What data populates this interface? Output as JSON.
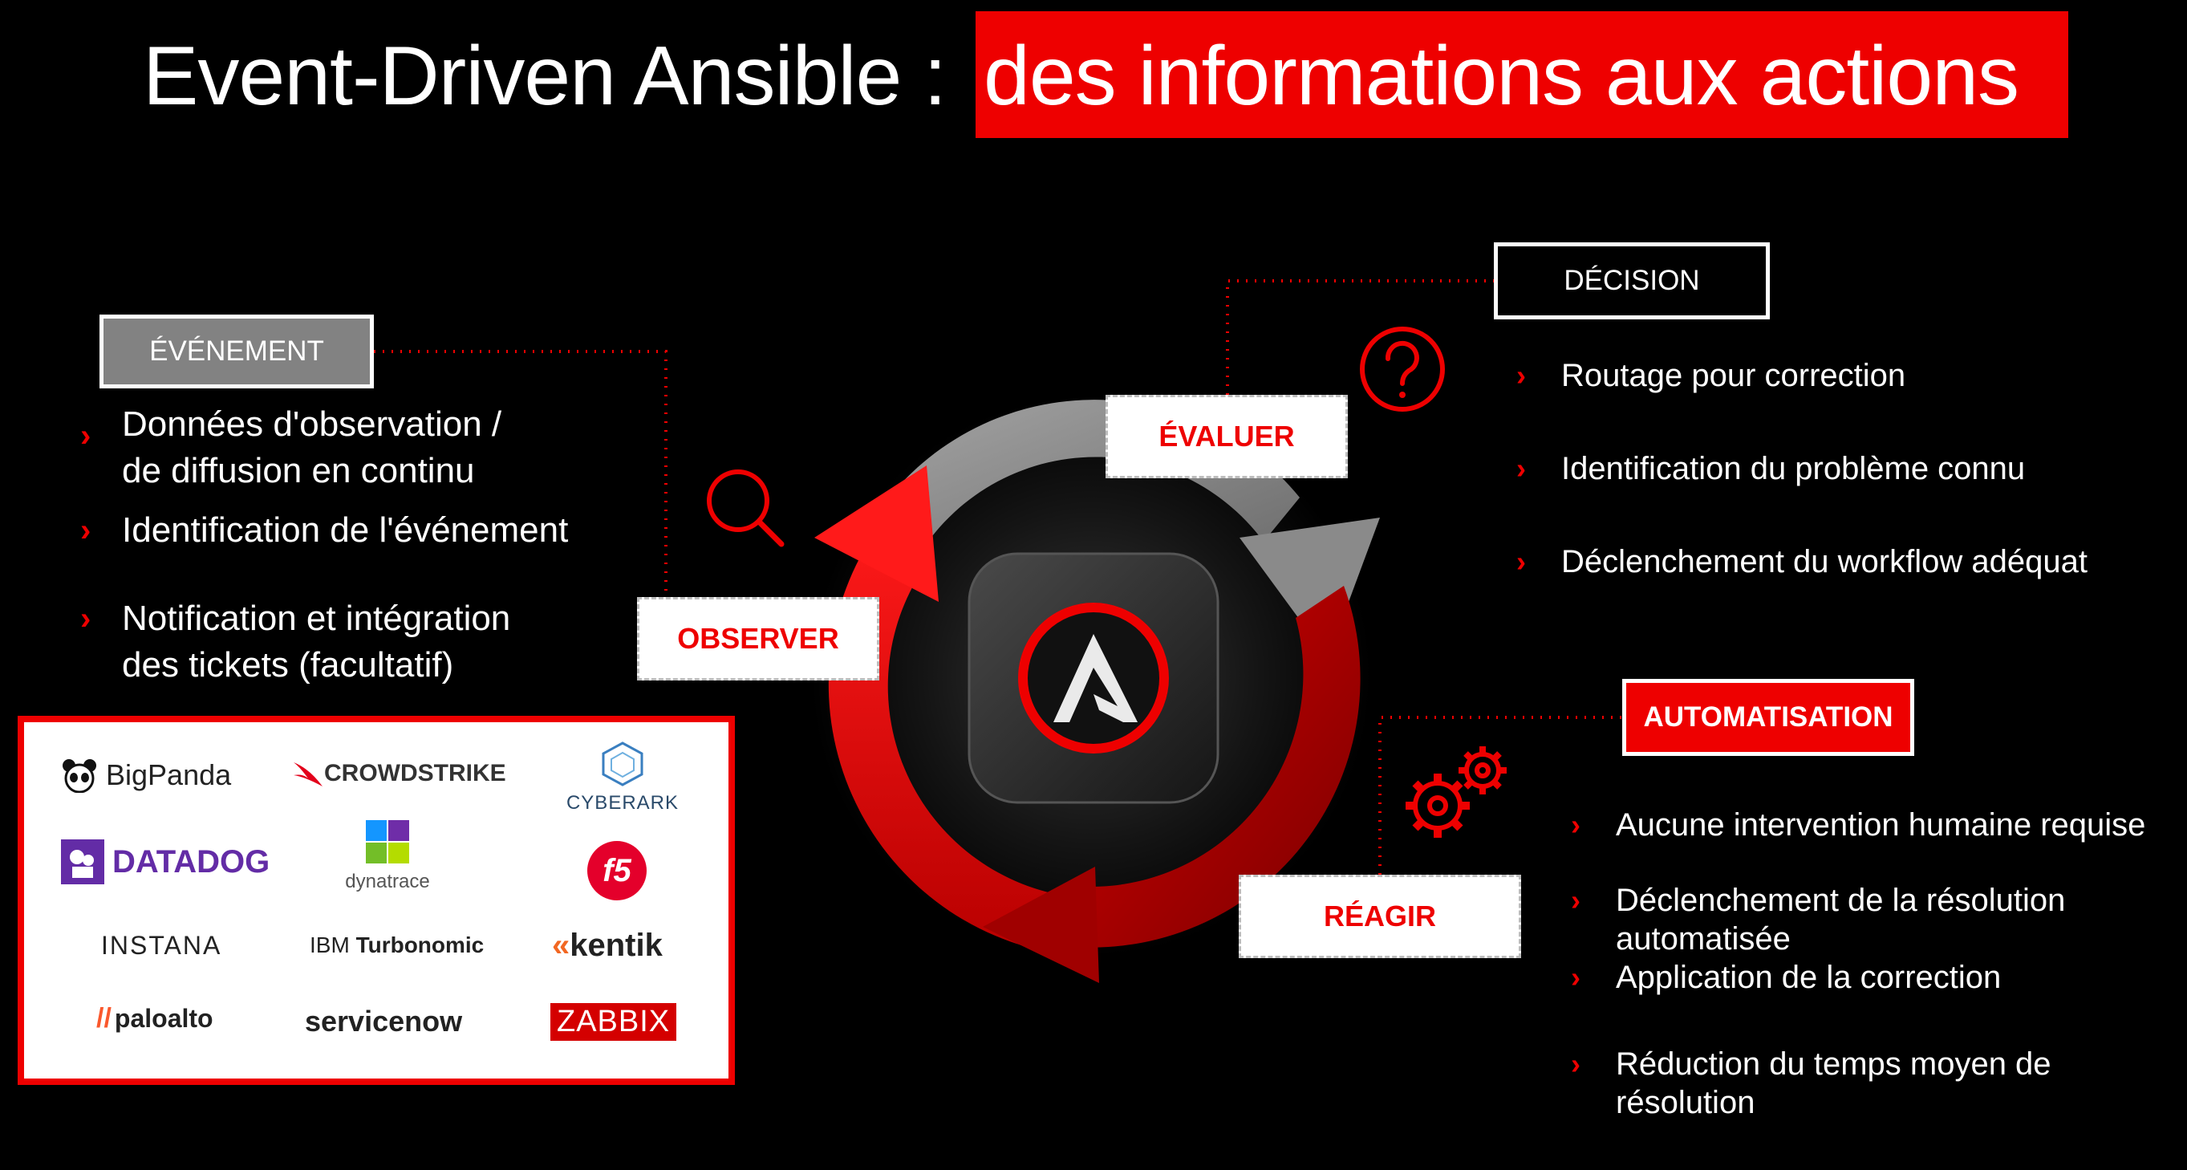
{
  "title": {
    "left": "Event-Driven Ansible :",
    "right": "des informations aux actions"
  },
  "headers": {
    "evenement": "ÉVÉNEMENT",
    "decision": "DÉCISION",
    "automatisation": "AUTOMATISATION"
  },
  "stages": {
    "observer": "OBSERVER",
    "evaluer": "ÉVALUER",
    "reagir": "RÉAGIR"
  },
  "event_items": [
    {
      "line1": "Données d'observation /",
      "line2": "de diffusion en continu"
    },
    {
      "line1": "Identification de l'événement"
    },
    {
      "line1": "Notification et intégration",
      "line2": "des tickets (facultatif)"
    }
  ],
  "decision_items": [
    "Routage pour correction",
    "Identification du problème connu",
    "Déclenchement du workflow adéquat"
  ],
  "automation_items": [
    {
      "line1": "Aucune intervention humaine requise"
    },
    {
      "line1": "Déclenchement de la résolution",
      "line2": "automatisée"
    },
    {
      "line1": "Application de la correction"
    },
    {
      "line1": "Réduction du temps moyen de",
      "line2": "résolution"
    }
  ],
  "logos": {
    "bigpanda": "BigPanda",
    "crowdstrike": "CROWDSTRIKE",
    "cyberark": "CYBERARK",
    "datadog": "DATADOG",
    "dynatrace": "dynatrace",
    "f5": "f5",
    "instana": "INSTANA",
    "ibm_turbonomic_ibm": "IBM",
    "ibm_turbonomic_name": "Turbonomic",
    "kentik": "kentik",
    "paloalto": "paloalto",
    "servicenow": "servicenow",
    "zabbix": "ZABBIX"
  },
  "icons": {
    "center": "ansible-logo-icon",
    "evaluer": "question-mark-icon",
    "observer": "magnifier-icon",
    "reagir": "gears-icon"
  },
  "colors": {
    "accent": "#ee0000",
    "background": "#000000",
    "gray": "#8a8a8a"
  }
}
